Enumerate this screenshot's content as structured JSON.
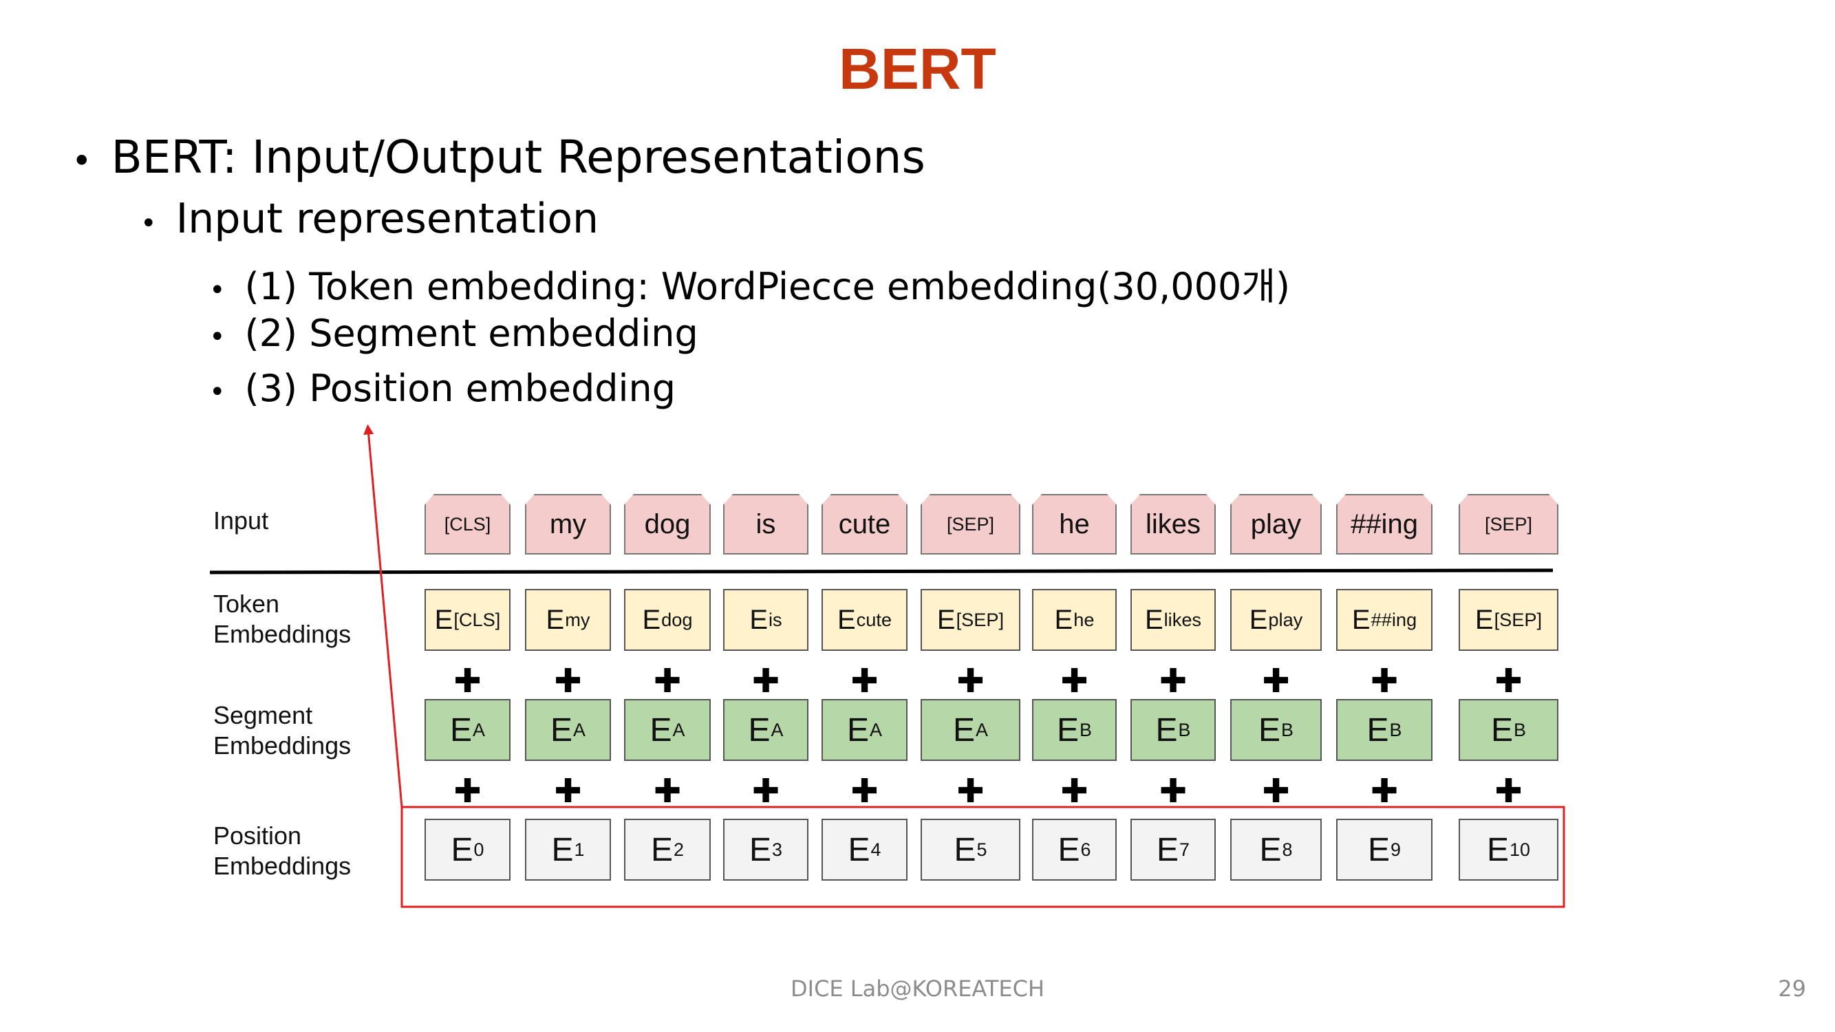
{
  "title": "BERT",
  "bullets": {
    "l1": "BERT: Input/Output Representations",
    "l2": "Input representation",
    "l3": [
      "(1) Token embedding: WordPiecce embedding(30,000개)",
      "(2) Segment embedding",
      "(3) Position embedding"
    ]
  },
  "diagram": {
    "labels": {
      "input": "Input",
      "token": [
        "Token",
        "Embeddings"
      ],
      "segment": [
        "Segment",
        "Embeddings"
      ],
      "position": [
        "Position",
        "Embeddings"
      ]
    },
    "tokens": [
      "[CLS]",
      "my",
      "dog",
      "is",
      "cute",
      "[SEP]",
      "he",
      "likes",
      "play",
      "##ing",
      "[SEP]"
    ],
    "token_embeddings": [
      "[CLS]",
      "my",
      "dog",
      "is",
      "cute",
      "[SEP]",
      "he",
      "likes",
      "play",
      "##ing",
      "[SEP]"
    ],
    "segment_embeddings": [
      "A",
      "A",
      "A",
      "A",
      "A",
      "A",
      "B",
      "B",
      "B",
      "B",
      "B"
    ],
    "position_embeddings": [
      "0",
      "1",
      "2",
      "3",
      "4",
      "5",
      "6",
      "7",
      "8",
      "9",
      "10"
    ],
    "embedding_letter": "E",
    "plus_symbol": "✚"
  },
  "colors": {
    "title": "#c8380e",
    "input_fill": "#f4cccc",
    "token_fill": "#fff2cc",
    "segment_fill": "#b6d7a8",
    "position_fill": "#f3f3f3",
    "highlight": "#e02020"
  },
  "footer": "DICE  Lab@KOREATECH",
  "page_number": "29"
}
